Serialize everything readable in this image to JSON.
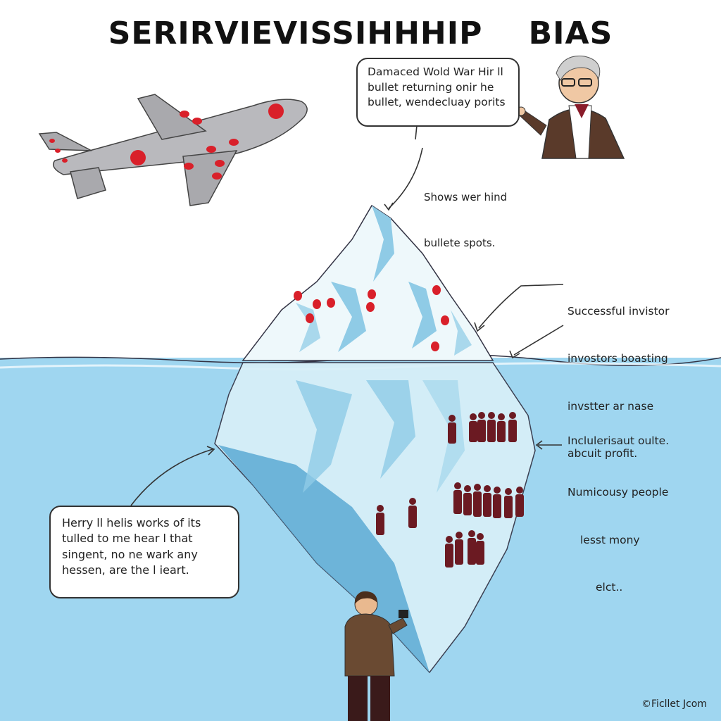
{
  "title": "SERIRVIEVISSIHHHIP    BIAS",
  "plane_bubble": {
    "lines": [
      "Damaced Wold War Hir ll",
      "bullet returning onir he",
      "bullet, wendecluay porits"
    ]
  },
  "plane_note": {
    "lines": [
      "Shows wer hind",
      "bullete spots."
    ]
  },
  "investor_note": {
    "lines": [
      "Successful invistor",
      "invostors boasting",
      "invstter ar nase",
      "abcuit profit."
    ]
  },
  "people_note": {
    "lines": [
      "Inclulerisaut oulte.",
      "Numicousy people",
      "lesst mony",
      "elct.."
    ]
  },
  "bottom_bubble": {
    "lines": [
      "Herry ll helis works of its",
      "tulled to me hear l that",
      "singent, no ne wark any",
      "hessen, are the l ieart."
    ]
  },
  "credit": "©Ficllet Jcom",
  "colors": {
    "sky": "#ffffff",
    "water": "#9fd6f0",
    "water_deep": "#7cc3e6",
    "ice": "#eef8fb",
    "ice_shadow": "#5aa9d3",
    "plane": "#b9b9bd",
    "bullet_hole": "#d9202a",
    "crowd": "#6b1a22",
    "ink": "#222222"
  }
}
